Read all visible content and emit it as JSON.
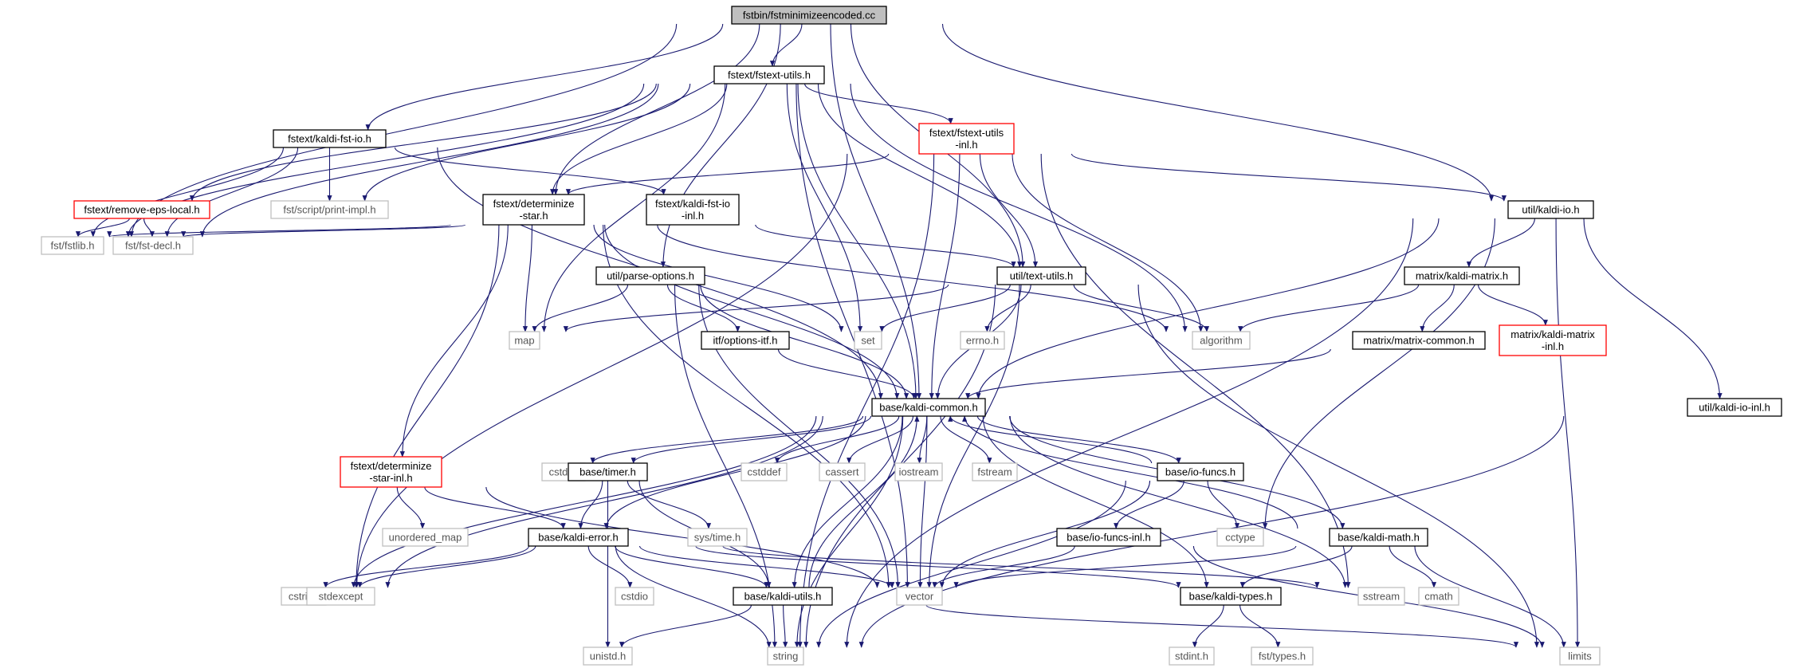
{
  "nodes": [
    {
      "id": "root",
      "lines": [
        "fstbin/fstminimizeencoded.cc"
      ],
      "style": "root"
    },
    {
      "id": "fstext_utils",
      "lines": [
        "fstext/fstext-utils.h"
      ],
      "style": "normal"
    },
    {
      "id": "kaldi_fst_io",
      "lines": [
        "fstext/kaldi-fst-io.h"
      ],
      "style": "normal"
    },
    {
      "id": "fstext_utils_inl",
      "lines": [
        "fstext/fstext-utils",
        "-inl.h"
      ],
      "style": "red"
    },
    {
      "id": "remove_eps_local",
      "lines": [
        "fstext/remove-eps-local.h"
      ],
      "style": "red"
    },
    {
      "id": "print_impl",
      "lines": [
        "fst/script/print-impl.h"
      ],
      "style": "gray"
    },
    {
      "id": "determinize_star",
      "lines": [
        "fstext/determinize",
        "-star.h"
      ],
      "style": "normal"
    },
    {
      "id": "kaldi_fst_io_inl",
      "lines": [
        "fstext/kaldi-fst-io",
        "-inl.h"
      ],
      "style": "normal"
    },
    {
      "id": "util_kaldi_io",
      "lines": [
        "util/kaldi-io.h"
      ],
      "style": "normal"
    },
    {
      "id": "fstlib",
      "lines": [
        "fst/fstlib.h"
      ],
      "style": "gray"
    },
    {
      "id": "fst_decl",
      "lines": [
        "fst/fst-decl.h"
      ],
      "style": "gray"
    },
    {
      "id": "parse_options",
      "lines": [
        "util/parse-options.h"
      ],
      "style": "normal"
    },
    {
      "id": "text_utils",
      "lines": [
        "util/text-utils.h"
      ],
      "style": "normal"
    },
    {
      "id": "kaldi_matrix",
      "lines": [
        "matrix/kaldi-matrix.h"
      ],
      "style": "normal"
    },
    {
      "id": "map",
      "lines": [
        "map"
      ],
      "style": "gray"
    },
    {
      "id": "itf_options",
      "lines": [
        "itf/options-itf.h"
      ],
      "style": "normal"
    },
    {
      "id": "set",
      "lines": [
        "set"
      ],
      "style": "gray"
    },
    {
      "id": "errno",
      "lines": [
        "errno.h"
      ],
      "style": "gray"
    },
    {
      "id": "algorithm",
      "lines": [
        "algorithm"
      ],
      "style": "gray"
    },
    {
      "id": "matrix_common",
      "lines": [
        "matrix/matrix-common.h"
      ],
      "style": "normal"
    },
    {
      "id": "kaldi_matrix_inl",
      "lines": [
        "matrix/kaldi-matrix",
        "-inl.h"
      ],
      "style": "red"
    },
    {
      "id": "kaldi_common",
      "lines": [
        "base/kaldi-common.h"
      ],
      "style": "normal"
    },
    {
      "id": "kaldi_io_inl",
      "lines": [
        "util/kaldi-io-inl.h"
      ],
      "style": "normal"
    },
    {
      "id": "determinize_star_inl",
      "lines": [
        "fstext/determinize",
        "-star-inl.h"
      ],
      "style": "red"
    },
    {
      "id": "cstdlib",
      "lines": [
        "cstdlib"
      ],
      "style": "gray"
    },
    {
      "id": "timer",
      "lines": [
        "base/timer.h"
      ],
      "style": "normal"
    },
    {
      "id": "cstddef",
      "lines": [
        "cstddef"
      ],
      "style": "gray"
    },
    {
      "id": "cassert",
      "lines": [
        "cassert"
      ],
      "style": "gray"
    },
    {
      "id": "iostream",
      "lines": [
        "iostream"
      ],
      "style": "gray"
    },
    {
      "id": "fstream",
      "lines": [
        "fstream"
      ],
      "style": "gray"
    },
    {
      "id": "io_funcs",
      "lines": [
        "base/io-funcs.h"
      ],
      "style": "normal"
    },
    {
      "id": "unordered_map",
      "lines": [
        "unordered_map"
      ],
      "style": "gray"
    },
    {
      "id": "kaldi_error",
      "lines": [
        "base/kaldi-error.h"
      ],
      "style": "normal"
    },
    {
      "id": "systime",
      "lines": [
        "sys/time.h"
      ],
      "style": "gray"
    },
    {
      "id": "io_funcs_inl",
      "lines": [
        "base/io-funcs-inl.h"
      ],
      "style": "normal"
    },
    {
      "id": "cctype",
      "lines": [
        "cctype"
      ],
      "style": "gray"
    },
    {
      "id": "kaldi_math",
      "lines": [
        "base/kaldi-math.h"
      ],
      "style": "normal"
    },
    {
      "id": "cstring",
      "lines": [
        "cstring"
      ],
      "style": "gray"
    },
    {
      "id": "stdexcept",
      "lines": [
        "stdexcept"
      ],
      "style": "gray"
    },
    {
      "id": "cstdio",
      "lines": [
        "cstdio"
      ],
      "style": "gray"
    },
    {
      "id": "vector",
      "lines": [
        "vector"
      ],
      "style": "gray"
    },
    {
      "id": "kaldi_types",
      "lines": [
        "base/kaldi-types.h"
      ],
      "style": "normal"
    },
    {
      "id": "sstream",
      "lines": [
        "sstream"
      ],
      "style": "gray"
    },
    {
      "id": "cmath",
      "lines": [
        "cmath"
      ],
      "style": "gray"
    },
    {
      "id": "kaldi_utils",
      "lines": [
        "base/kaldi-utils.h"
      ],
      "style": "normal"
    },
    {
      "id": "unistd",
      "lines": [
        "unistd.h"
      ],
      "style": "gray"
    },
    {
      "id": "string",
      "lines": [
        "string"
      ],
      "style": "gray"
    },
    {
      "id": "limits",
      "lines": [
        "limits"
      ],
      "style": "gray"
    },
    {
      "id": "stdint",
      "lines": [
        "stdint.h"
      ],
      "style": "gray"
    },
    {
      "id": "fst_types",
      "lines": [
        "fst/types.h"
      ],
      "style": "gray"
    }
  ],
  "edges": [
    [
      "root",
      "fstext_utils"
    ],
    [
      "root",
      "kaldi_fst_io"
    ],
    [
      "root",
      "determinize_star"
    ],
    [
      "root",
      "util_kaldi_io"
    ],
    [
      "root",
      "text_utils"
    ],
    [
      "root",
      "parse_options"
    ],
    [
      "root",
      "kaldi_common"
    ],
    [
      "root",
      "fstlib"
    ],
    [
      "fstext_utils",
      "fstext_utils_inl"
    ],
    [
      "fstext_utils",
      "remove_eps_local"
    ],
    [
      "fstext_utils",
      "determinize_star"
    ],
    [
      "fstext_utils",
      "print_impl"
    ],
    [
      "fstext_utils",
      "fstlib"
    ],
    [
      "fstext_utils",
      "fst_decl"
    ],
    [
      "fstext_utils",
      "map"
    ],
    [
      "fstext_utils",
      "set"
    ],
    [
      "fstext_utils",
      "algorithm"
    ],
    [
      "fstext_utils",
      "text_utils"
    ],
    [
      "fstext_utils",
      "kaldi_common"
    ],
    [
      "fstext_utils",
      "vector"
    ],
    [
      "kaldi_fst_io",
      "kaldi_fst_io_inl"
    ],
    [
      "kaldi_fst_io",
      "print_impl"
    ],
    [
      "kaldi_fst_io",
      "fstlib"
    ],
    [
      "kaldi_fst_io",
      "fst_decl"
    ],
    [
      "kaldi_fst_io",
      "kaldi_common"
    ],
    [
      "fstext_utils_inl",
      "determinize_star"
    ],
    [
      "fstext_utils_inl",
      "util_kaldi_io"
    ],
    [
      "fstext_utils_inl",
      "text_utils"
    ],
    [
      "fstext_utils_inl",
      "algorithm"
    ],
    [
      "fstext_utils_inl",
      "kaldi_common"
    ],
    [
      "fstext_utils_inl",
      "string"
    ],
    [
      "fstext_utils_inl",
      "cstring"
    ],
    [
      "fstext_utils_inl",
      "sstream"
    ],
    [
      "remove_eps_local",
      "fstlib"
    ],
    [
      "remove_eps_local",
      "fst_decl"
    ],
    [
      "determinize_star",
      "fstlib"
    ],
    [
      "determinize_star",
      "fst_decl"
    ],
    [
      "determinize_star",
      "map"
    ],
    [
      "determinize_star",
      "set"
    ],
    [
      "determinize_star",
      "algorithm"
    ],
    [
      "determinize_star",
      "determinize_star_inl"
    ],
    [
      "determinize_star",
      "stdexcept"
    ],
    [
      "determinize_star",
      "vector"
    ],
    [
      "determinize_star",
      "kaldi_common"
    ],
    [
      "kaldi_fst_io_inl",
      "text_utils"
    ],
    [
      "util_kaldi_io",
      "kaldi_matrix"
    ],
    [
      "util_kaldi_io",
      "kaldi_common"
    ],
    [
      "util_kaldi_io",
      "kaldi_io_inl"
    ],
    [
      "util_kaldi_io",
      "cctype"
    ],
    [
      "util_kaldi_io",
      "limits"
    ],
    [
      "util_kaldi_io",
      "string"
    ],
    [
      "parse_options",
      "map"
    ],
    [
      "parse_options",
      "itf_options"
    ],
    [
      "parse_options",
      "kaldi_common"
    ],
    [
      "parse_options",
      "vector"
    ],
    [
      "parse_options",
      "string"
    ],
    [
      "text_utils",
      "map"
    ],
    [
      "text_utils",
      "set"
    ],
    [
      "text_utils",
      "errno"
    ],
    [
      "text_utils",
      "algorithm"
    ],
    [
      "text_utils",
      "kaldi_common"
    ],
    [
      "text_utils",
      "vector"
    ],
    [
      "text_utils",
      "limits"
    ],
    [
      "text_utils",
      "string"
    ],
    [
      "kaldi_matrix",
      "algorithm"
    ],
    [
      "kaldi_matrix",
      "matrix_common"
    ],
    [
      "kaldi_matrix",
      "kaldi_matrix_inl"
    ],
    [
      "matrix_common",
      "kaldi_common"
    ],
    [
      "itf_options",
      "kaldi_common"
    ],
    [
      "kaldi_io_inl",
      "string"
    ],
    [
      "kaldi_common",
      "cstdlib"
    ],
    [
      "kaldi_common",
      "timer"
    ],
    [
      "kaldi_common",
      "cstddef"
    ],
    [
      "kaldi_common",
      "cassert"
    ],
    [
      "kaldi_common",
      "iostream"
    ],
    [
      "kaldi_common",
      "fstream"
    ],
    [
      "kaldi_common",
      "io_funcs"
    ],
    [
      "kaldi_common",
      "kaldi_error"
    ],
    [
      "kaldi_common",
      "kaldi_math"
    ],
    [
      "kaldi_common",
      "kaldi_types"
    ],
    [
      "kaldi_common",
      "kaldi_utils"
    ],
    [
      "kaldi_common",
      "cstring"
    ],
    [
      "kaldi_common",
      "string"
    ],
    [
      "kaldi_common",
      "vector"
    ],
    [
      "kaldi_common",
      "sstream"
    ],
    [
      "kaldi_common",
      "stdexcept"
    ],
    [
      "determinize_star_inl",
      "unordered_map"
    ],
    [
      "determinize_star_inl",
      "kaldi_error"
    ],
    [
      "determinize_star_inl",
      "vector"
    ],
    [
      "timer",
      "kaldi_error"
    ],
    [
      "timer",
      "systime"
    ],
    [
      "timer",
      "kaldi_utils"
    ],
    [
      "timer",
      "unistd"
    ],
    [
      "io_funcs",
      "io_funcs_inl"
    ],
    [
      "io_funcs",
      "cctype"
    ],
    [
      "io_funcs",
      "vector"
    ],
    [
      "io_funcs",
      "string"
    ],
    [
      "io_funcs",
      "kaldi_common"
    ],
    [
      "io_funcs_inl",
      "vector"
    ],
    [
      "io_funcs_inl",
      "limits"
    ],
    [
      "kaldi_error",
      "cstring"
    ],
    [
      "kaldi_error",
      "stdexcept"
    ],
    [
      "kaldi_error",
      "cstdio"
    ],
    [
      "kaldi_error",
      "vector"
    ],
    [
      "kaldi_error",
      "kaldi_types"
    ],
    [
      "kaldi_error",
      "sstream"
    ],
    [
      "kaldi_error",
      "kaldi_utils"
    ],
    [
      "kaldi_error",
      "string"
    ],
    [
      "kaldi_math",
      "kaldi_types"
    ],
    [
      "kaldi_math",
      "cmath"
    ],
    [
      "kaldi_math",
      "limits"
    ],
    [
      "kaldi_math",
      "vector"
    ],
    [
      "kaldi_math",
      "kaldi_common"
    ],
    [
      "kaldi_utils",
      "unistd"
    ],
    [
      "kaldi_utils",
      "string"
    ],
    [
      "kaldi_utils",
      "limits"
    ],
    [
      "kaldi_utils",
      "kaldi_common"
    ],
    [
      "kaldi_types",
      "stdint"
    ],
    [
      "kaldi_types",
      "fst_types"
    ]
  ],
  "colors": {
    "edge": "#191970",
    "normal_border": "#000000",
    "red_border": "#ff0000",
    "gray_border": "#bfbfbf",
    "gray_text": "#555555",
    "root_fill": "#bfbfbf"
  }
}
